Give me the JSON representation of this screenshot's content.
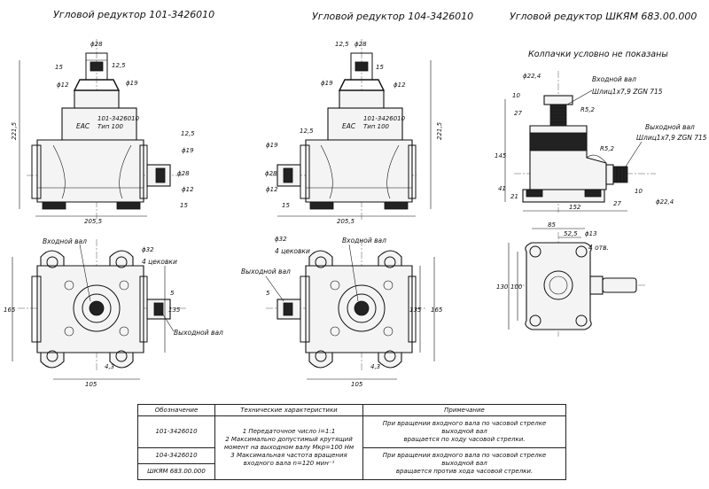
{
  "titles": {
    "left": "Угловой редуктор 101-3426010",
    "middle": "Угловой редуктор 104-3426010",
    "right": "Угловой редуктор ШКЯМ 683.00.000"
  },
  "note_caps": "Колпачки условно не показаны",
  "labels": {
    "input_shaft": "Входной вал",
    "output_shaft": "Выходной вал",
    "eac": "EAC",
    "plate_line1": "101-3426010",
    "plate_line2": "Тип 100",
    "spline_in": "Шлиц1х7,9 ZGN 715",
    "spline_out": "Шлиц1х7,9 ZGN 715",
    "caps4": "4 цековки",
    "holes4": "4 отв."
  },
  "dims": {
    "d28": "ϕ28",
    "d12": "ϕ12",
    "d19": "ϕ19",
    "d32": "ϕ32",
    "d13": "ϕ13",
    "d22_4": "ϕ22,4",
    "l15": "15",
    "l12_5": "12,5",
    "l221_5": "221,5",
    "l205_5": "205,5",
    "l165": "165",
    "l135": "135",
    "l105": "105",
    "l4_3": "4,3",
    "l5": "5",
    "r5_2": "R5,2",
    "l27": "27",
    "l145": "145",
    "l41": "41",
    "l21": "21",
    "l152": "152",
    "l10": "10",
    "l85": "85",
    "l52_5": "52,5",
    "l130": "130",
    "l100": "100"
  },
  "table": {
    "headers": [
      "Обозначение",
      "Технические характеристики",
      "Примечание"
    ],
    "designations": [
      "101-3426010",
      "104-3426010",
      "ШКЯМ 683.00.000"
    ],
    "specs": [
      "1 Передаточное число i=1:1",
      "2 Максимально допустимый крутящий",
      "момент на выходном валу Mкр=100 Нм",
      "3 Максимальная частота вращения",
      "входного вала n=120 мин⁻¹"
    ],
    "notes": [
      "При вращении входного вала по часовой стрелке выходной вал",
      "вращается по ходу часовой стрелки.",
      "При вращении входного вала по часовой стрелке выходной вал",
      "вращается против хода часовой стрелки."
    ]
  }
}
